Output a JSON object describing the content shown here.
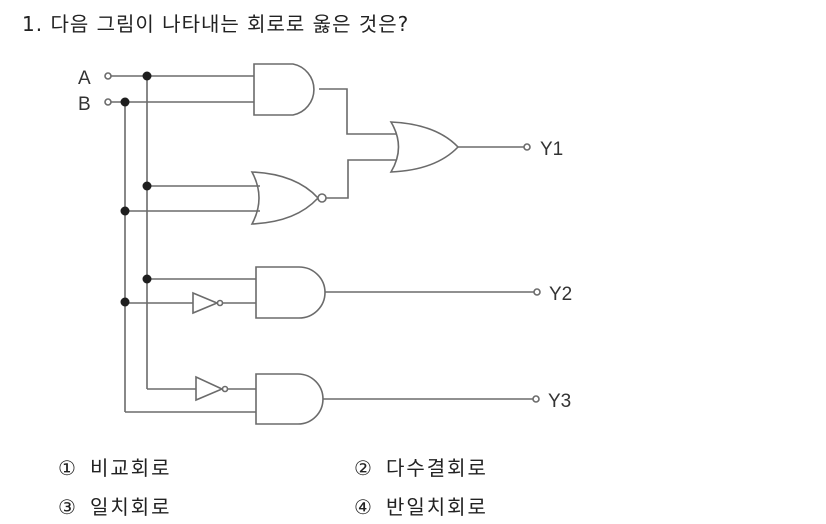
{
  "question": {
    "number": "1.",
    "text": "다음 그림이 나타내는 회로로 옳은 것은?"
  },
  "circuit": {
    "inputs": [
      {
        "label": "A"
      },
      {
        "label": "B"
      }
    ],
    "outputs": [
      {
        "label": "Y1"
      },
      {
        "label": "Y2"
      },
      {
        "label": "Y3"
      }
    ],
    "gates": [
      {
        "type": "AND",
        "inputs": [
          "A",
          "B"
        ],
        "feeds": "OR"
      },
      {
        "type": "NOR",
        "inputs": [
          "A",
          "B"
        ],
        "feeds": "OR"
      },
      {
        "type": "OR",
        "inputs": [
          "AND",
          "NOR"
        ],
        "output": "Y1"
      },
      {
        "type": "NOT",
        "input": "B",
        "feeds": "AND2"
      },
      {
        "type": "AND2",
        "inputs": [
          "A",
          "NOT B"
        ],
        "output": "Y2"
      },
      {
        "type": "NOT",
        "input": "A",
        "feeds": "AND3"
      },
      {
        "type": "AND3",
        "inputs": [
          "NOT A",
          "B"
        ],
        "output": "Y3"
      }
    ],
    "line_color": "#6b6b6b",
    "dot_color": "#1e1e1e"
  },
  "options": [
    {
      "num": "①",
      "label": "비교회로"
    },
    {
      "num": "②",
      "label": "다수결회로"
    },
    {
      "num": "③",
      "label": "일치회로"
    },
    {
      "num": "④",
      "label": "반일치회로"
    }
  ]
}
